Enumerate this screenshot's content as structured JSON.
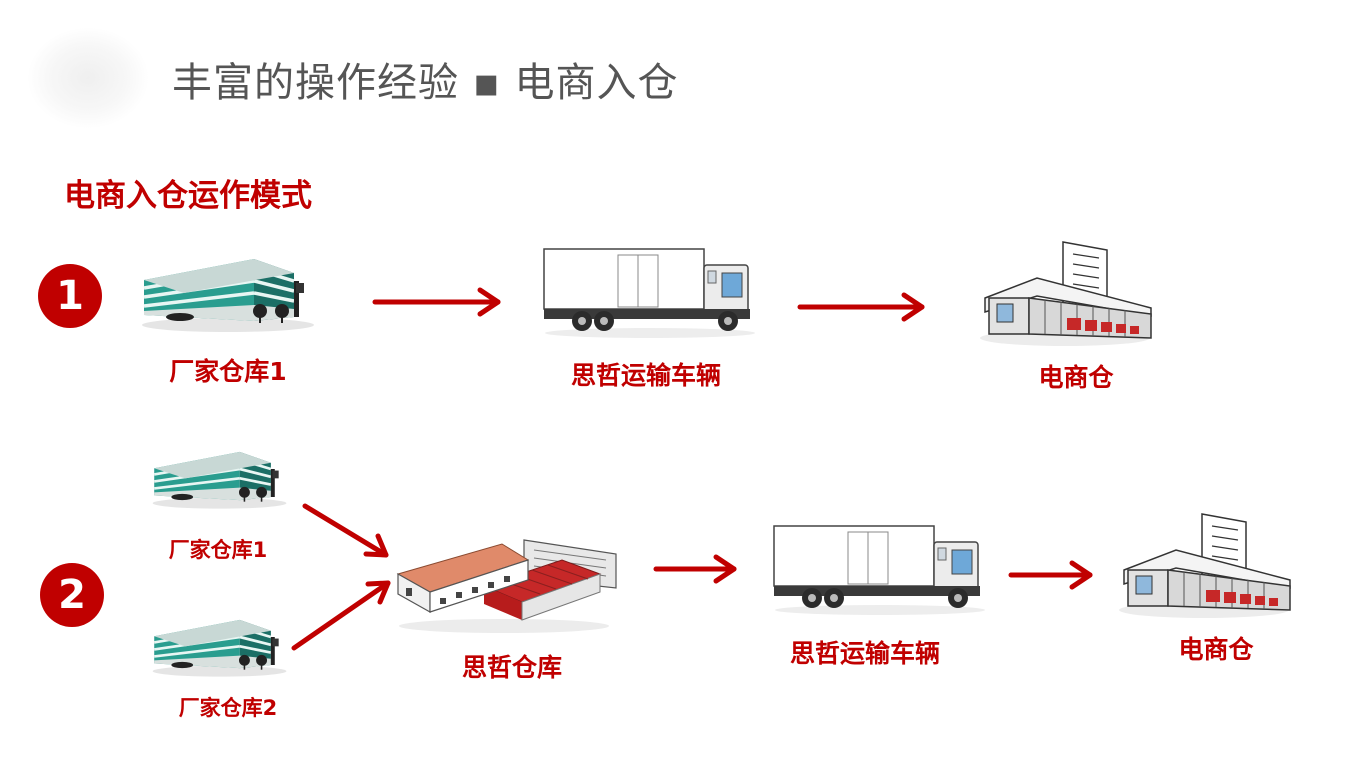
{
  "header": {
    "title": "丰富的操作经验 ▪ 电商入仓"
  },
  "section": {
    "title": "电商入仓运作模式"
  },
  "mode1": {
    "badge": "1",
    "nodes": [
      {
        "label": "厂家仓库1",
        "icon": "factory-building-icon"
      },
      {
        "label": "思哲运输车辆",
        "icon": "delivery-truck-icon"
      },
      {
        "label": "电商仓",
        "icon": "ecommerce-warehouse-icon"
      }
    ]
  },
  "mode2": {
    "badge": "2",
    "sources": [
      {
        "label": "厂家仓库1",
        "icon": "factory-building-icon"
      },
      {
        "label": "厂家仓库2",
        "icon": "factory-building-icon"
      }
    ],
    "hub": {
      "label": "思哲仓库",
      "icon": "warehouse-hub-icon"
    },
    "transport": {
      "label": "思哲运输车辆",
      "icon": "delivery-truck-icon"
    },
    "destination": {
      "label": "电商仓",
      "icon": "ecommerce-warehouse-icon"
    }
  },
  "colors": {
    "accent": "#c00000",
    "title_gray": "#555555",
    "building_teal": "#1b9a8a"
  }
}
